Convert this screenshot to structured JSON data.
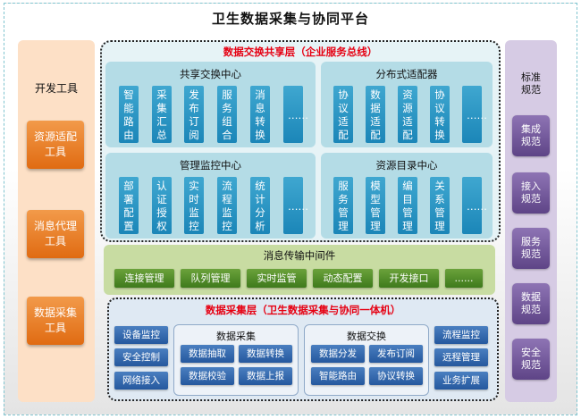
{
  "title": "卫生数据采集与协同平台",
  "left_column": {
    "title": "开发工具",
    "tools": [
      "资源适配工具",
      "消息代理工具",
      "数据采集工具"
    ]
  },
  "right_column": {
    "title": "标准规范",
    "specs": [
      "集成规范",
      "接入规范",
      "服务规范",
      "数据规范",
      "安全规范"
    ]
  },
  "share_layer": {
    "title": "数据交换共享层（企业服务总线）",
    "centers": [
      {
        "title": "共享交换中心",
        "items": [
          "智能路由",
          "采集汇总",
          "发布订阅",
          "服务组合",
          "消息转换",
          "……"
        ]
      },
      {
        "title": "分布式适配器",
        "items": [
          "协议适配",
          "数据适配",
          "资源适配",
          "协议转换",
          "……"
        ]
      },
      {
        "title": "管理监控中心",
        "items": [
          "部署配置",
          "认证授权",
          "实时监控",
          "流程监控",
          "统计分析",
          "……"
        ]
      },
      {
        "title": "资源目录中心",
        "items": [
          "服务管理",
          "模型管理",
          "编目管理",
          "关系管理",
          "……"
        ]
      }
    ]
  },
  "middleware": {
    "title": "消息传输中间件",
    "items": [
      "连接管理",
      "队列管理",
      "实时监管",
      "动态配置",
      "开发接口",
      "......"
    ]
  },
  "collect_layer": {
    "title": "数据采集层（卫生数据采集与协同一体机）",
    "left_items": [
      "设备监控",
      "安全控制",
      "网络接入"
    ],
    "groups": [
      {
        "title": "数据采集",
        "items": [
          "数据抽取",
          "数据转换",
          "数据校验",
          "数据上报"
        ]
      },
      {
        "title": "数据交换",
        "items": [
          "数据分发",
          "发布订阅",
          "智能路由",
          "协议转换"
        ]
      }
    ],
    "right_items": [
      "流程监控",
      "远程管理",
      "业务扩展"
    ]
  },
  "colors": {
    "layer_title": "#e60012",
    "tool_orange": "#e97a23",
    "spec_purple": "#6e5497",
    "center_blue": "#2595c4",
    "middleware_green": "#4f8a28",
    "collect_blue": "#3568ad"
  }
}
